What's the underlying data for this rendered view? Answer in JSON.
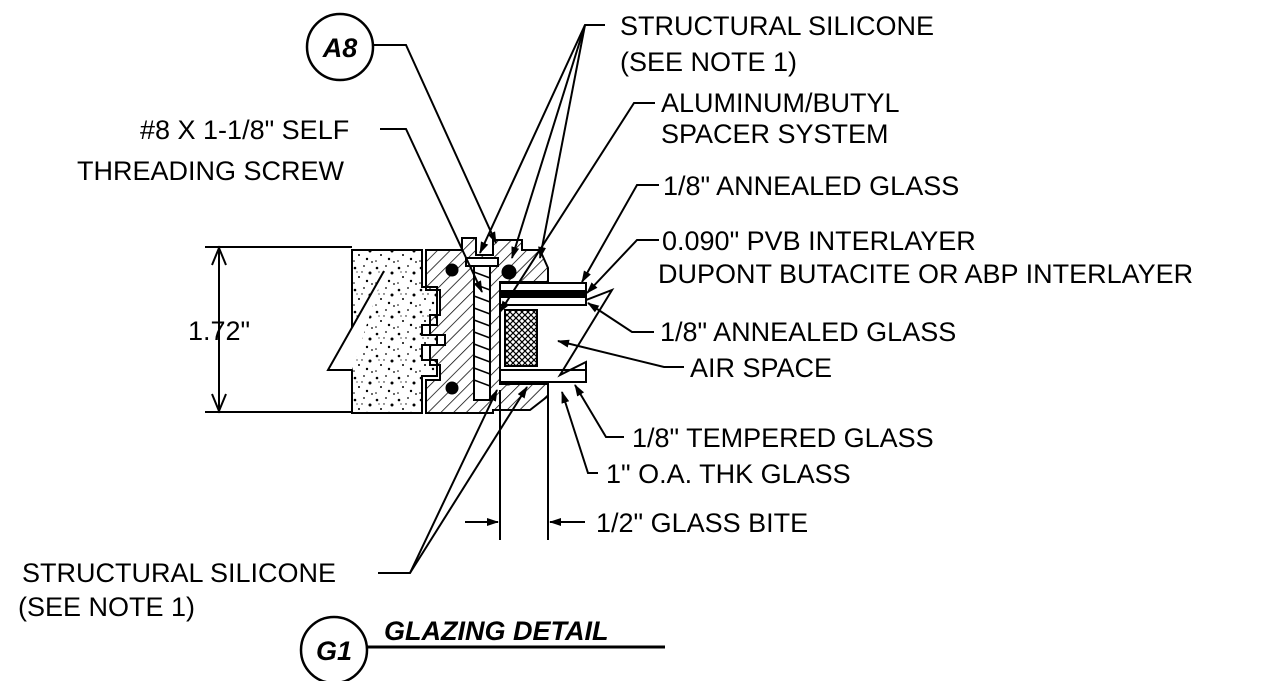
{
  "detail_tag": {
    "id": "G1",
    "title": "GLAZING DETAIL"
  },
  "reference_tag": "A8",
  "dimensions": {
    "height": "1.72\"",
    "glass_bite": "1/2\" GLASS BITE"
  },
  "callouts": {
    "structural_silicone_top_1": "STRUCTURAL SILICONE",
    "structural_silicone_top_2": "(SEE NOTE 1)",
    "spacer_1": "ALUMINUM/BUTYL",
    "spacer_2": "SPACER SYSTEM",
    "screw_1": "#8 X 1-1/8\" SELF",
    "screw_2": "THREADING SCREW",
    "annealed_glass_outer": "1/8\" ANNEALED GLASS",
    "pvb_1": "0.090\" PVB INTERLAYER",
    "pvb_2": "DUPONT BUTACITE OR ABP INTERLAYER",
    "annealed_glass_inner": "1/8\" ANNEALED GLASS",
    "air_space": "AIR SPACE",
    "tempered_glass": "1/8\" TEMPERED GLASS",
    "overall_thickness": "1\" O.A. THK GLASS",
    "structural_silicone_bottom_1": "STRUCTURAL SILICONE",
    "structural_silicone_bottom_2": "(SEE NOTE 1)"
  }
}
